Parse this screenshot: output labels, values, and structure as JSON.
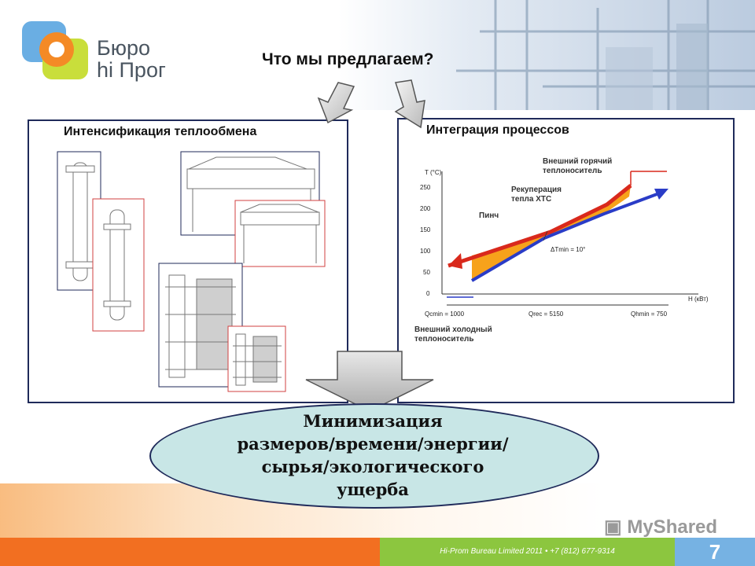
{
  "logo": {
    "line1": "Бюро",
    "line2": "hi Прог"
  },
  "title": "Что мы предлагаем?",
  "left_panel": {
    "title": "Интенсификация теплообмена"
  },
  "right_panel": {
    "title": "Интеграция процессов",
    "chart": {
      "y_axis_label": "T (°C)",
      "x_axis_label": "H (кВт)",
      "y_ticks": [
        "250",
        "200",
        "150",
        "100",
        "50",
        "0"
      ],
      "label_hot_external": "Внешний горячий теплоноситель",
      "label_recuperation": "Рекуперация тепла ХТС",
      "label_pinch": "Пинч",
      "label_dtmin": "ΔTmin = 10°",
      "label_qcmin": "Qcmin = 1000",
      "label_qrec": "Qrec = 5150",
      "label_qhmin": "Qhmin = 750",
      "label_cold_external": "Внешний холодный теплоноситель"
    }
  },
  "result": {
    "line1": "Минимизация",
    "line2": "размеров/времени/энергии/",
    "line3": "сырья/экологического",
    "line4": "ущерба"
  },
  "footer": {
    "text": "Hi-Prom Bureau Limited 2011 • +7 (812) 677-9314",
    "page": "7"
  },
  "watermark": "MyShared",
  "colors": {
    "orange": "#f26f21",
    "green": "#8cc63f",
    "blue": "#76b2e3",
    "panel_border": "#1f2a5a",
    "ellipse_fill": "#c8e6e6",
    "hot_curve": "#d9291c",
    "cold_curve": "#2a3cc7",
    "overlap_fill": "#f7a21b"
  }
}
